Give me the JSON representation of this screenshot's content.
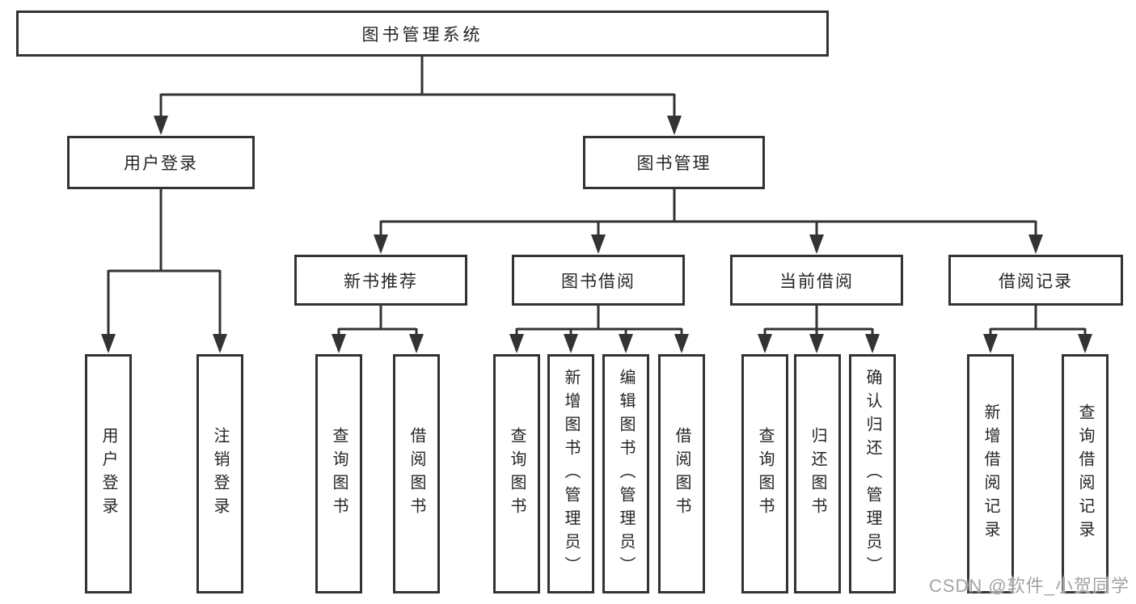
{
  "tree": {
    "root": "图书管理系统",
    "children": [
      {
        "label": "用户登录",
        "children": [
          {
            "label": "用户登录"
          },
          {
            "label": "注销登录"
          }
        ]
      },
      {
        "label": "图书管理",
        "children": [
          {
            "label": "新书推荐",
            "children": [
              {
                "label": "查询图书"
              },
              {
                "label": "借阅图书"
              }
            ]
          },
          {
            "label": "图书借阅",
            "children": [
              {
                "label": "查询图书"
              },
              {
                "label": "新增图书（管理员）"
              },
              {
                "label": "编辑图书（管理员）"
              },
              {
                "label": "借阅图书"
              }
            ]
          },
          {
            "label": "当前借阅",
            "children": [
              {
                "label": "查询图书"
              },
              {
                "label": "归还图书"
              },
              {
                "label": "确认归还（管理员）"
              }
            ]
          },
          {
            "label": "借阅记录",
            "children": [
              {
                "label": "新增借阅记录"
              },
              {
                "label": "查询借阅记录"
              }
            ]
          }
        ]
      }
    ]
  },
  "watermark": {
    "text": "CSDN @软件_小贺同学"
  },
  "colors": {
    "line": "#333333",
    "box_border": "#333333",
    "text": "#262626",
    "background": "#ffffff",
    "watermark": "#a3a3a3"
  }
}
